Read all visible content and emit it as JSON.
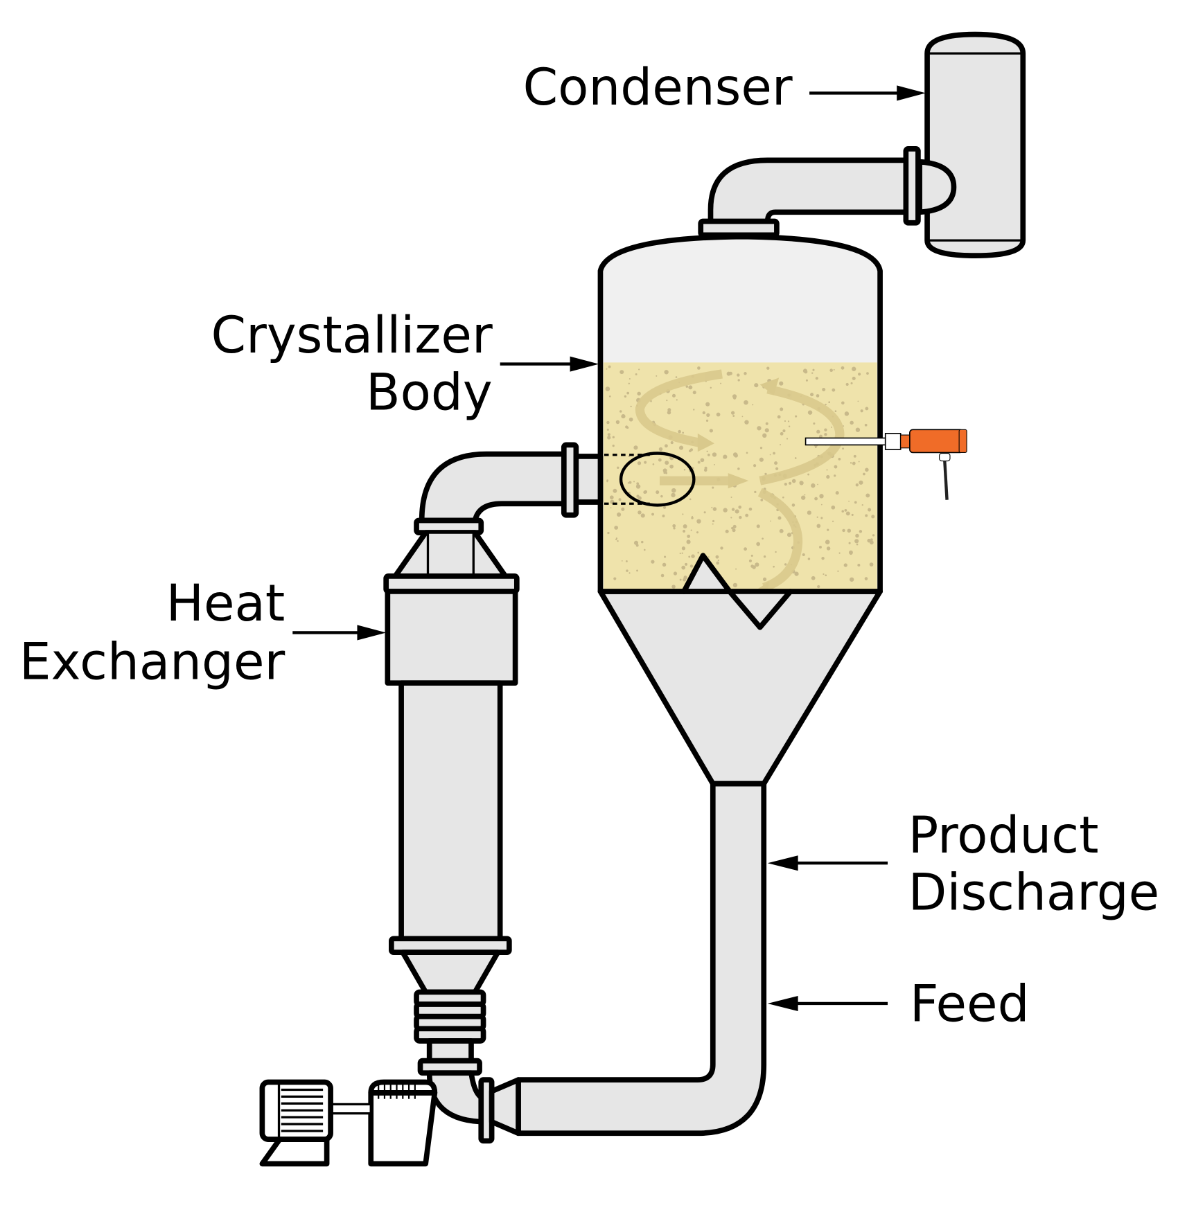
{
  "diagram": {
    "title": "Forced circulation crystallizer",
    "labels": {
      "condenser": "Condenser",
      "crystallizer_line1": "Crystallizer",
      "crystallizer_line2": "Body",
      "heat_exchanger_line1": "Heat",
      "heat_exchanger_line2": "Exchanger",
      "product_line1": "Product",
      "product_line2": "Discharge",
      "feed": "Feed"
    },
    "colors": {
      "outline": "#000000",
      "vessel_fill": "#e6e6e6",
      "vapor_space": "#f0f0f0",
      "slurry": "#efe3ab",
      "crystal_dots": "#c8b98a",
      "flow_arrows": "#d9c98c",
      "sensor": "#f06c28"
    },
    "icons": {
      "sensor": "level-sensor-icon",
      "pump": "pump-motor-icon"
    }
  }
}
